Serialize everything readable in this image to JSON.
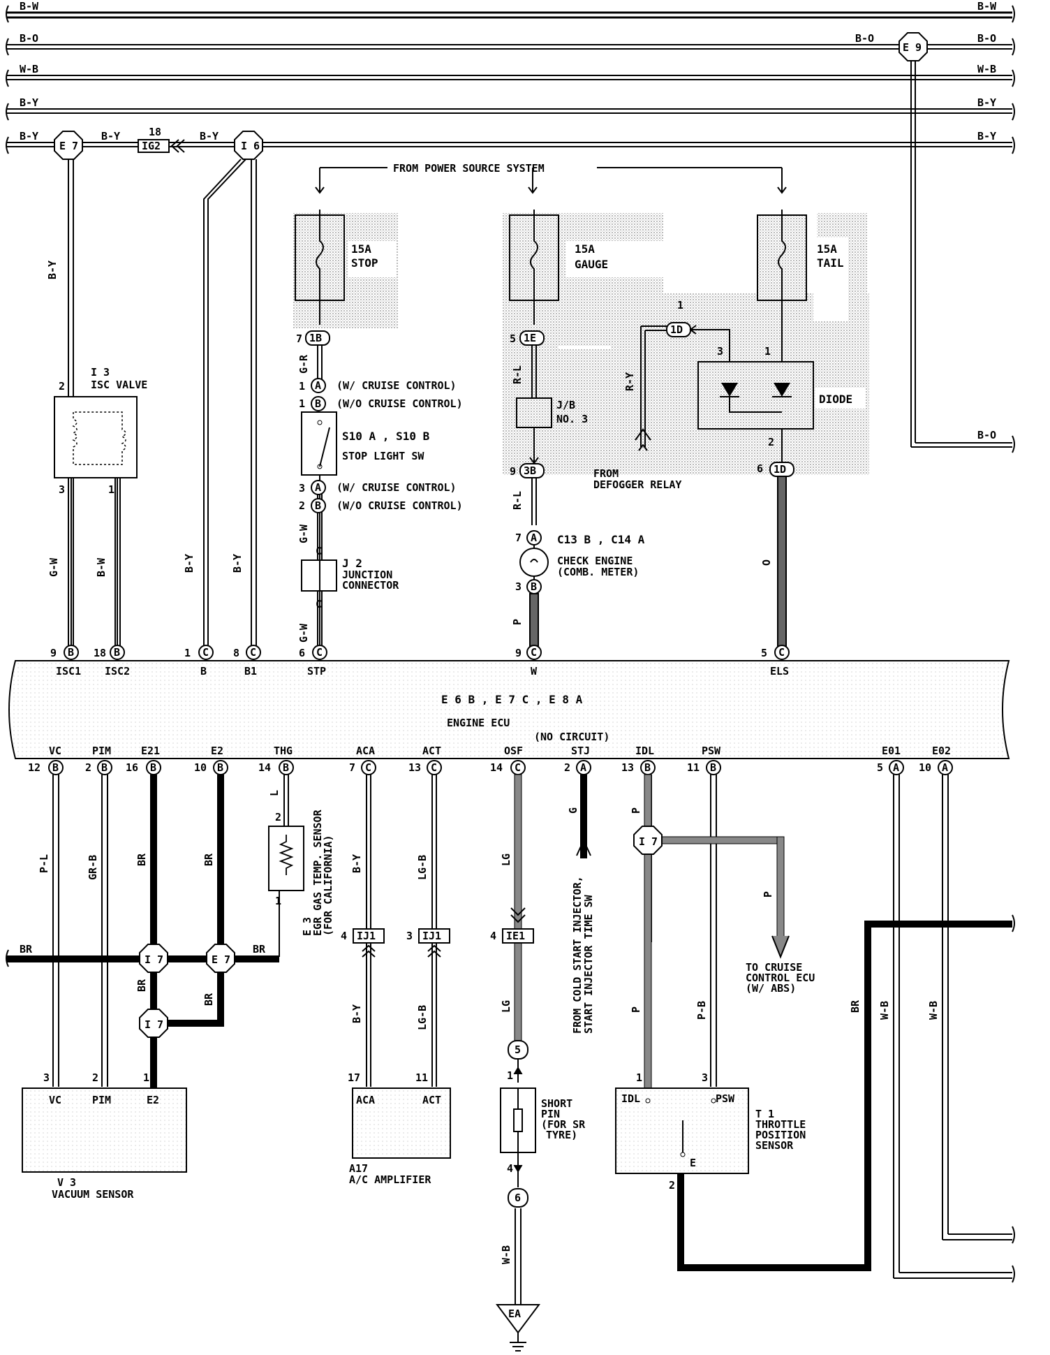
{
  "buses": {
    "bw": "B-W",
    "bo": "B-O",
    "wb": "W-B",
    "by": "B-Y",
    "by2": "B-Y",
    "bo_out": "B-O"
  },
  "top_connectors": {
    "e9": "E 9",
    "e7": "E 7",
    "i6": "I 6",
    "ig2_pin": "18",
    "ig2": "IG2"
  },
  "power_source": "FROM POWER SOURCE SYSTEM",
  "fuses": {
    "stop_amp": "15A",
    "stop_name": "STOP",
    "gauge_amp": "15A",
    "gauge_name": "GAUGE",
    "tail_amp": "15A",
    "tail_name": "TAIL"
  },
  "components": {
    "i3_id": "I 3",
    "i3_name": "ISC VALVE",
    "stop_sw_id": "S10 A , S10 B",
    "stop_sw_name": "STOP LIGHT SW",
    "wcruise1": "(W/ CRUISE CONTROL)",
    "wocruise1": "(W/O CRUISE CONTROL)",
    "wcruise2": "(W/ CRUISE CONTROL)",
    "wocruise2": "(W/O CRUISE CONTROL)",
    "j2_id": "J 2",
    "j2_name1": "JUNCTION",
    "j2_name2": "CONNECTOR",
    "jb": "J/B",
    "jb_no": "NO. 3",
    "diode": "DIODE",
    "defogger1": "FROM",
    "defogger2": "DEFOGGER RELAY",
    "c13": "C13 B , C14 A",
    "check_engine": "CHECK ENGINE",
    "comb_meter": "(COMB. METER)",
    "ecu_ids": "E 6 B , E 7 C , E 8 A",
    "ecu_name": "ENGINE ECU",
    "no_circuit": "(NO CIRCUIT)",
    "egr1": "E 3",
    "egr2": "EGR GAS TEMP. SENSOR",
    "egr3": "(FOR CALIFORNIA)",
    "cold_start1": "FROM COLD START INJECTOR,",
    "cold_start2": "START INJECTOR TIME SW",
    "cruise_ecu1": "TO CRUISE",
    "cruise_ecu2": "CONTROL ECU",
    "cruise_ecu3": "(W/ ABS)",
    "v3_id": "V 3",
    "v3_name": "VACUUM SENSOR",
    "a17_id": "A17",
    "a17_name": "A/C AMPLIFIER",
    "short_pin1": "SHORT",
    "short_pin2": "PIN",
    "short_pin3": "(FOR SR",
    "short_pin4": "TYRE)",
    "t1_id": "T 1",
    "t1_name1": "THROTTLE",
    "t1_name2": "POSITION",
    "t1_name3": "SENSOR",
    "ea": "EA"
  },
  "ecu_top_terminals": [
    "ISC1",
    "ISC2",
    "B",
    "B1",
    "STP",
    "W",
    "ELS"
  ],
  "ecu_bottom_terminals": [
    "VC",
    "PIM",
    "E21",
    "E2",
    "THG",
    "ACA",
    "ACT",
    "OSF",
    "STJ",
    "IDL",
    "PSW",
    "E01",
    "E02"
  ],
  "wire_colors": {
    "by_e7": "B-Y",
    "gw1": "G-W",
    "bw1": "B-W",
    "by_b": "B-Y",
    "by_b1": "B-Y",
    "gr": "G-R",
    "gw2": "G-W",
    "gw3": "G-W",
    "rl1": "R-L",
    "rl2": "R-L",
    "ry": "R-Y",
    "p_w": "P",
    "o_els": "O",
    "pl": "P-L",
    "grb": "GR-B",
    "br1": "BR",
    "br2": "BR",
    "l_thg": "L",
    "by_aca": "B-Y",
    "lgb_act": "LG-B",
    "lg_osf": "LG",
    "g_stj": "G",
    "p_idl": "P",
    "p_cruise": "P",
    "br_left": "BR",
    "br3": "BR",
    "br4": "BR",
    "br5": "BR",
    "by_aca2": "B-Y",
    "lgb_act2": "LG-B",
    "lg2": "LG",
    "p_idl2": "P",
    "pb": "P-B",
    "br_right": "BR",
    "wb1": "W-B",
    "wb2": "W-B",
    "wb3": "W-B"
  },
  "junctions": {
    "ij1a": "IJ1",
    "ij1b": "IJ1",
    "ie1": "IE1",
    "i7a": "I 7",
    "i7b": "I 7",
    "e7b": "E 7",
    "i7c": "I 7",
    "s5": "5",
    "s6": "6"
  },
  "pins": {
    "p1b": "1B",
    "p1e": "1E",
    "p3b": "3B",
    "p1d": "1D",
    "p1d2": "1D"
  }
}
